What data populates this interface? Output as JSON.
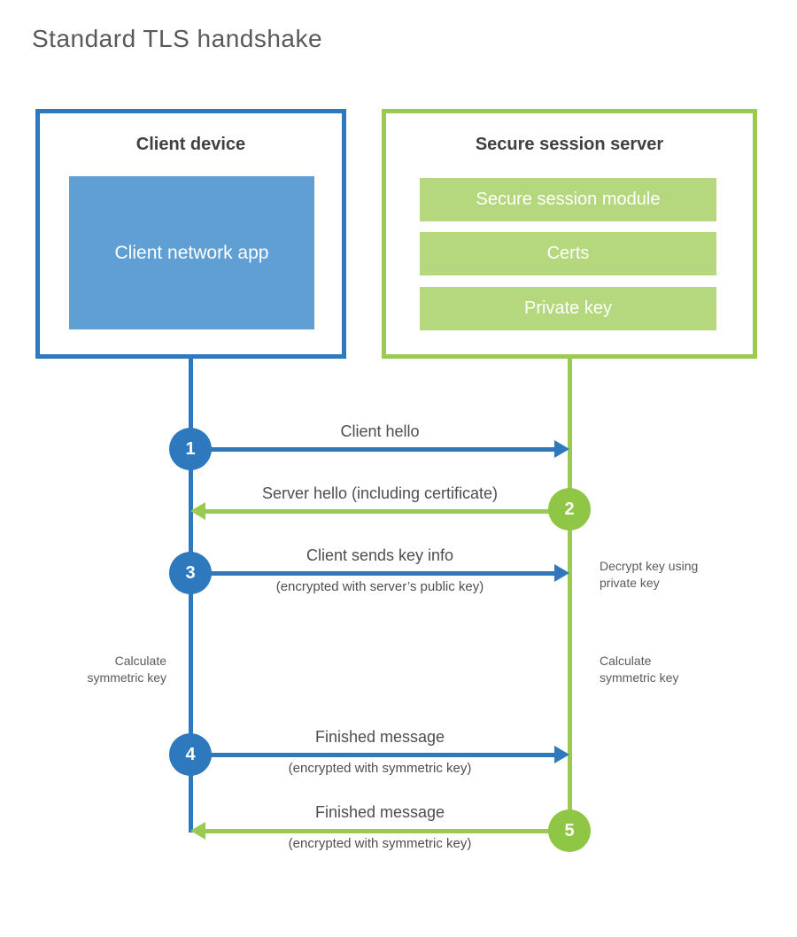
{
  "title": "Standard TLS handshake",
  "client": {
    "title": "Client device",
    "app_label": "Client network app"
  },
  "server": {
    "title": "Secure session server",
    "modules": [
      "Secure session module",
      "Certs",
      "Private key"
    ]
  },
  "steps": [
    {
      "num": "1",
      "label": "Client hello"
    },
    {
      "num": "2",
      "label": "Server hello (including certificate)"
    },
    {
      "num": "3",
      "label": "Client sends key info",
      "sub": "(encrypted with server’s public key)"
    },
    {
      "num": "4",
      "label": "Finished message",
      "sub": "(encrypted with symmetric key)"
    },
    {
      "num": "5",
      "label": "Finished message",
      "sub": "(encrypted with symmetric key)"
    }
  ],
  "notes": {
    "decrypt": "Decrypt key using\nprivate key",
    "calc_left": "Calculate\nsymmetric key",
    "calc_right": "Calculate\nsymmetric key"
  },
  "colors": {
    "client_accent": "#2e78bd",
    "client_fill": "#5f9fd4",
    "server_accent": "#9aca50",
    "server_circle": "#8fc645",
    "server_fill": "#b5d87e",
    "title_gray": "#58595b",
    "heading_dark": "#3f4042",
    "label_gray": "#4d4e50"
  }
}
